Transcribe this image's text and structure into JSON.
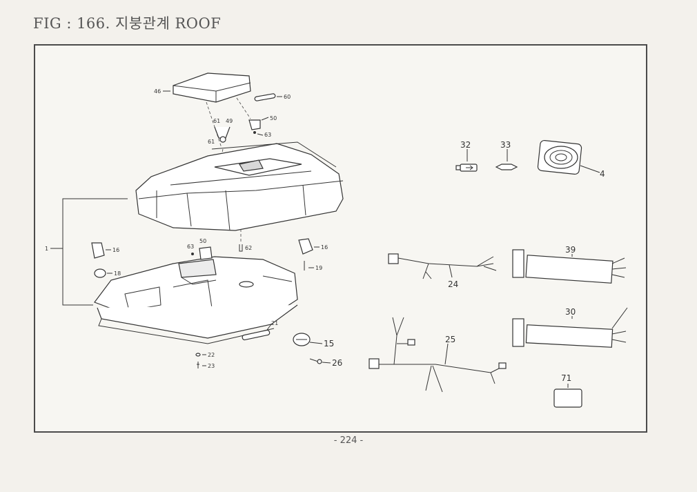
{
  "figure": {
    "title": "FIG : 166. 지붕관계 ROOF"
  },
  "callouts": {
    "c1": "1",
    "c4": "4",
    "c15": "15",
    "c16a": "16",
    "c16b": "16",
    "c18": "18",
    "c19": "19",
    "c21": "21",
    "c22": "22",
    "c23": "23",
    "c24": "24",
    "c25": "25",
    "c26": "26",
    "c30": "30",
    "c32": "32",
    "c33": "33",
    "c39": "39",
    "c46": "46",
    "c49": "49",
    "c50a": "50",
    "c50b": "50",
    "c60": "60",
    "c61a": "61",
    "c61b": "61",
    "c62": "62",
    "c63a": "63",
    "c63b": "63",
    "c71": "71"
  },
  "footer": {
    "page": "- 224 -"
  }
}
